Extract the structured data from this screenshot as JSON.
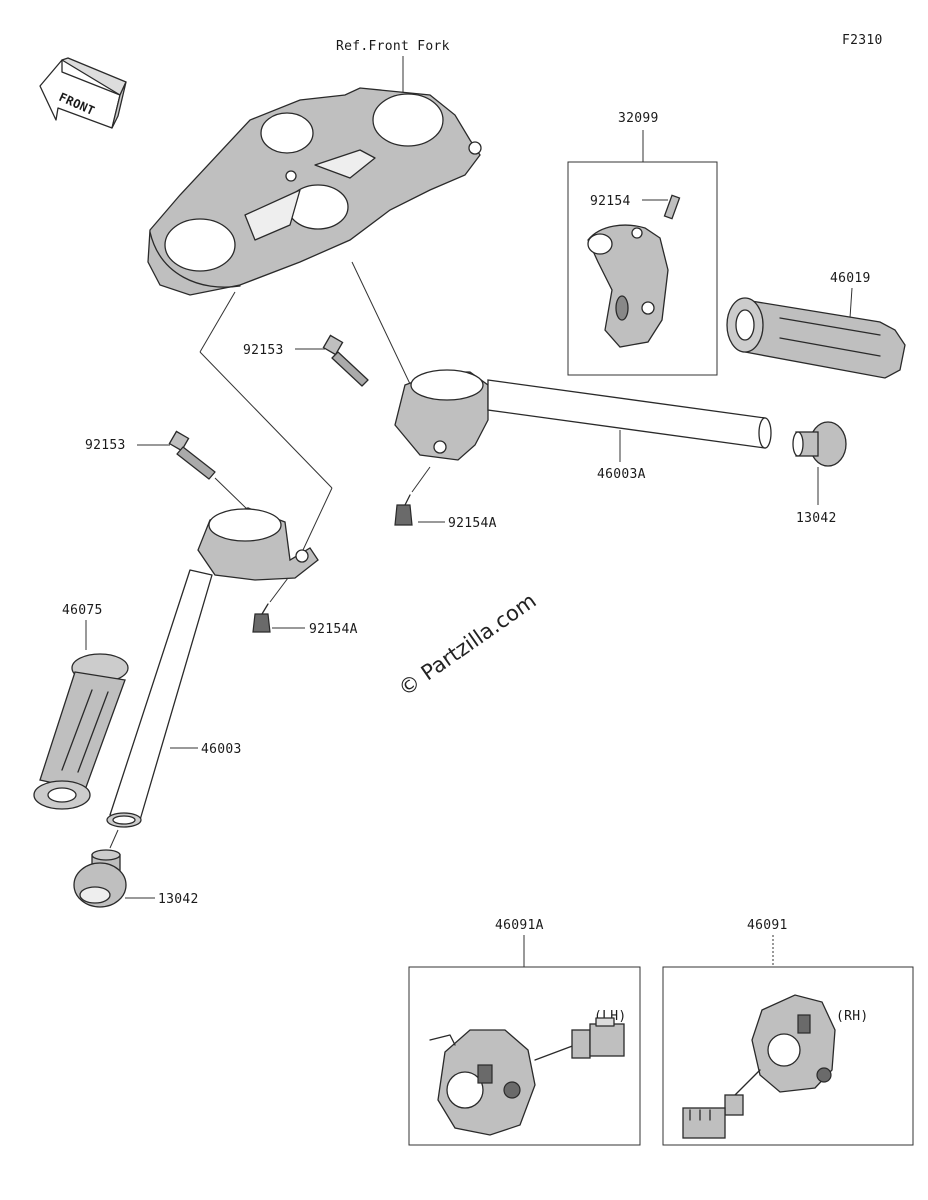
{
  "figure_code": "F2310",
  "front_arrow_label": "FRONT",
  "watermark": "© Partzilla.com",
  "callouts": {
    "ref_front_fork": "Ref.Front Fork",
    "p32099": "32099",
    "p92154": "92154",
    "p46019": "46019",
    "p92153_upper": "92153",
    "p92153_lower": "92153",
    "p46003A": "46003A",
    "p13042_right": "13042",
    "p92154A_upper": "92154A",
    "p92154A_lower": "92154A",
    "p46075": "46075",
    "p46003": "46003",
    "p13042_left": "13042",
    "p46091A": "46091A",
    "p46091": "46091",
    "lh": "(LH)",
    "rh": "(RH)"
  }
}
